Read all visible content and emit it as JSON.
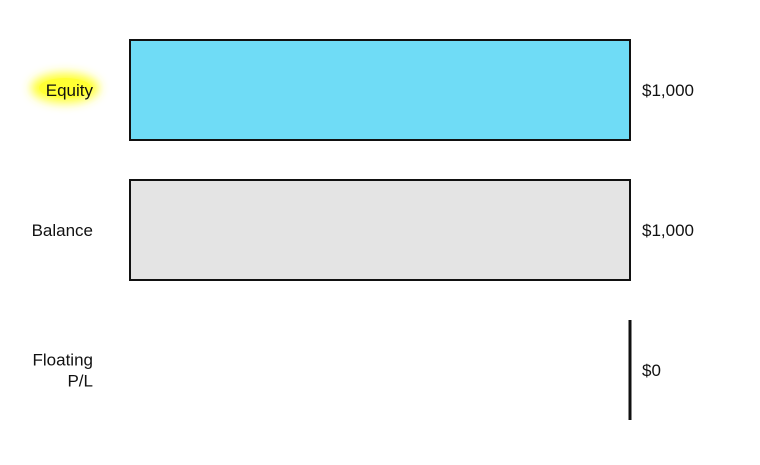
{
  "chart_data": {
    "type": "bar",
    "orientation": "horizontal",
    "title": "",
    "xlabel": "",
    "ylabel": "",
    "grid": false,
    "legend": "none",
    "categories": [
      "Equity",
      "Balance",
      "Floating\nP/L"
    ],
    "values": [
      1000,
      1000,
      0
    ],
    "value_labels": [
      "$1,000",
      "$1,000",
      "$0"
    ],
    "highlighted_category": "Equity",
    "xlim": [
      0,
      1000
    ]
  },
  "colors": {
    "bars": [
      "#6fdcf6",
      "#e4e4e4",
      "#e4e4e4"
    ],
    "bar_outline": "#111111",
    "highlight": "#ffff33",
    "text": "#111111",
    "background": "#ffffff"
  }
}
